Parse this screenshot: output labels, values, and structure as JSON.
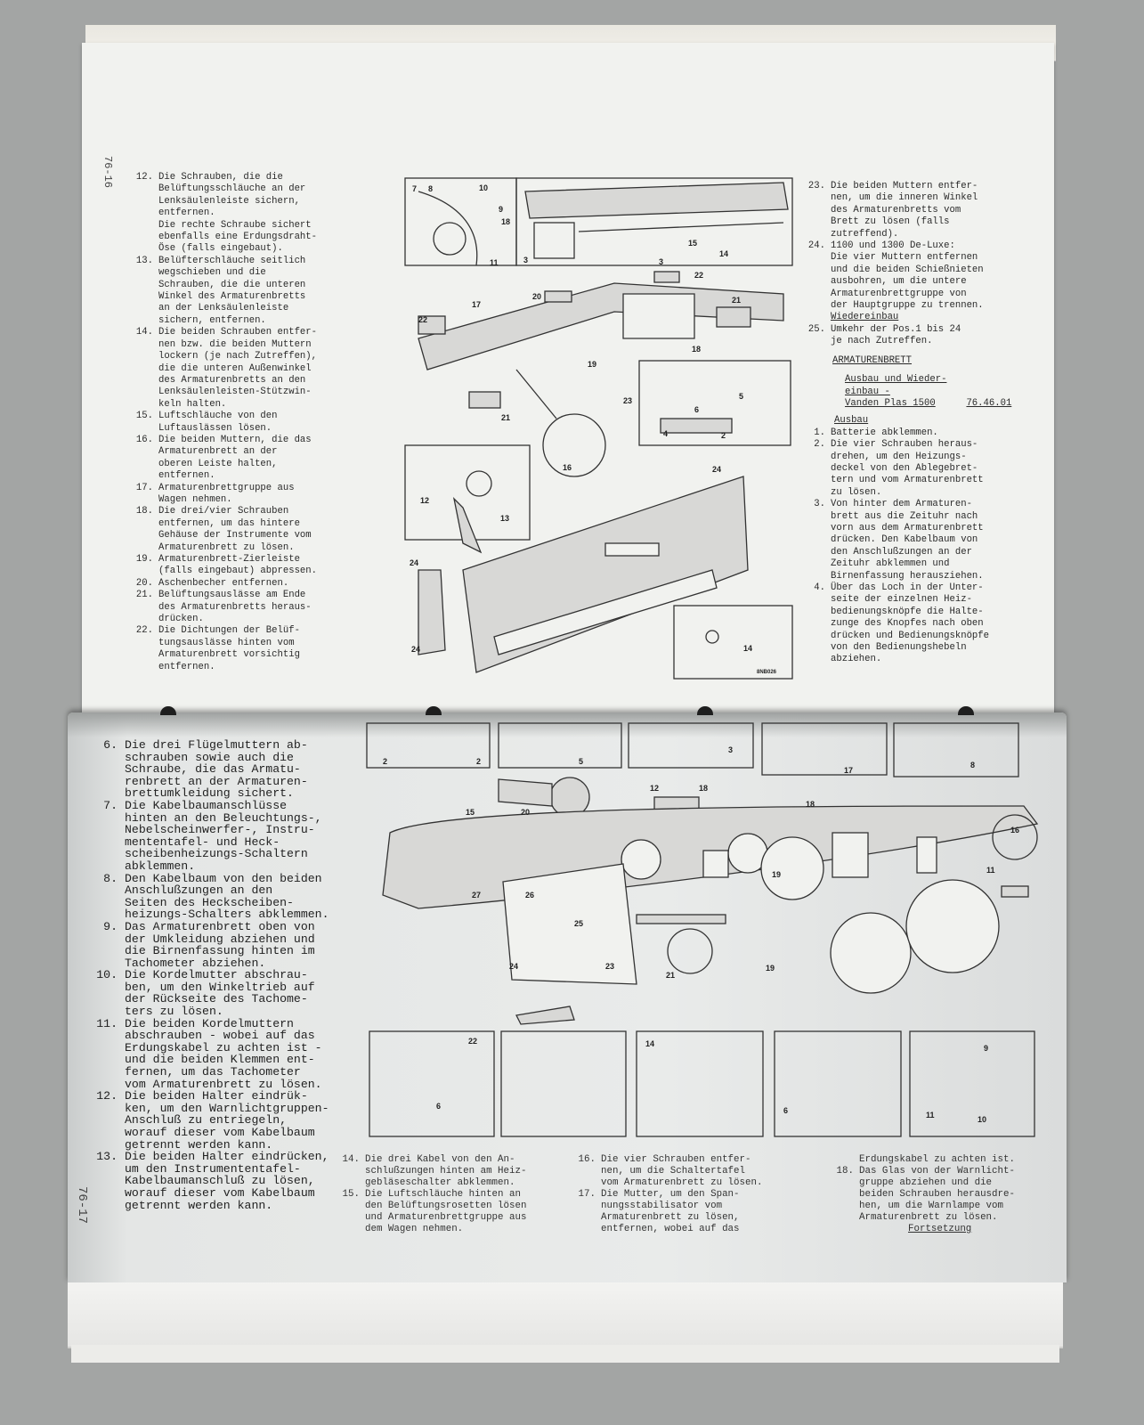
{
  "top_page": {
    "page_number": "76-16",
    "left_column": [
      {
        "num": "12.",
        "text": "Die Schrauben, die die\nBelüftungsschläuche an der\nLenksäulenleiste sichern,\nentfernen.\nDie rechte Schraube sichert\nebenfalls eine Erdungsdraht-\nÖse (falls eingebaut)."
      },
      {
        "num": "13.",
        "text": "Belüfterschläuche seitlich\nwegschieben und die\nSchrauben, die die unteren\nWinkel des Armaturenbretts\nan der Lenksäulenleiste\nsichern, entfernen."
      },
      {
        "num": "14.",
        "text": "Die beiden Schrauben entfer-\nnen bzw. die beiden Muttern\nlockern (je nach Zutreffen),\ndie die unteren Außenwinkel\ndes Armaturenbretts an den\nLenksäulenleisten-Stützwin-\nkeln halten."
      },
      {
        "num": "15.",
        "text": "Luftschläuche von den\nLuftauslässen lösen."
      },
      {
        "num": "16.",
        "text": "Die beiden Muttern, die das\nArmaturenbrett an der\noberen Leiste halten,\nentfernen."
      },
      {
        "num": "17.",
        "text": "Armaturenbrettgruppe aus\nWagen nehmen."
      },
      {
        "num": "18.",
        "text": "Die drei/vier Schrauben\nentfernen, um das hintere\nGehäuse der Instrumente vom\nArmaturenbrett zu lösen."
      },
      {
        "num": "19.",
        "text": "Armaturenbrett-Zierleiste\n(falls eingebaut) abpressen."
      },
      {
        "num": "20.",
        "text": "Aschenbecher entfernen."
      },
      {
        "num": "21.",
        "text": "Belüftungsauslässe am Ende\ndes Armaturenbretts heraus-\ndrücken."
      },
      {
        "num": "22.",
        "text": "Die Dichtungen der Belüf-\ntungsauslässe hinten vom\nArmaturenbrett vorsichtig\nentfernen."
      }
    ],
    "right_column_a": [
      {
        "num": "23.",
        "text": "Die beiden Muttern entfer-\nnen, um die inneren Winkel\ndes Armaturenbretts vom\nBrett zu lösen (falls\nzutreffend)."
      },
      {
        "num": "24.",
        "text": "1100 und 1300 De-Luxe:\nDie vier Muttern entfernen\nund die beiden Schießnieten\nausbohren, um die untere\nArmaturenbrettgruppe von\nder Hauptgruppe zu trennen."
      }
    ],
    "reassembly_heading": "Wiedereinbau",
    "reassembly_items": [
      {
        "num": "25.",
        "text": "Umkehr der Pos.1 bis 24\nje nach Zutreffen."
      }
    ],
    "section_heading": "ARMATURENBRETT",
    "operation_title": "Ausbau und Wieder-\neinbau -\nVanden Plas 1500",
    "operation_code": "76.46.01",
    "removal_heading": "Ausbau",
    "removal_items": [
      {
        "num": "1.",
        "text": "Batterie abklemmen."
      },
      {
        "num": "2.",
        "text": "Die vier Schrauben heraus-\ndrehen, um den Heizungs-\ndeckel von den Ablegebret-\ntern und vom Armaturenbrett\nzu lösen."
      },
      {
        "num": "3.",
        "text": "Von hinter dem Armaturen-\nbrett aus die Zeituhr nach\nvorn aus dem Armaturenbrett\ndrücken. Den Kabelbaum von\nden Anschlußzungen an der\nZeituhr abklemmen und\nBirnenfassung herausziehen."
      },
      {
        "num": "4.",
        "text": "Über das Loch in der Unter-\nseite der einzelnen Heiz-\nbedienungsknöpfe die Halte-\nzunge des Knopfes nach oben\ndrücken und Bedienungsknöpfe\nvon den Bedienungshebeln\nabziehen."
      }
    ],
    "figure_code": "8NB026",
    "figure_callouts": [
      "7",
      "8",
      "10",
      "9",
      "18",
      "3",
      "11",
      "15",
      "3",
      "14",
      "22",
      "20",
      "17",
      "21",
      "22",
      "18",
      "19",
      "23",
      "5",
      "6",
      "4",
      "2",
      "21",
      "16",
      "12",
      "13",
      "24",
      "24",
      "24",
      "14"
    ]
  },
  "bottom_page": {
    "page_number": "76-17",
    "left_column": [
      {
        "num": "6.",
        "text": "Die drei Flügelmuttern ab-\nschrauben sowie auch die\nSchraube, die das Armatu-\nrenbrett an der Armaturen-\nbrettumkleidung sichert."
      },
      {
        "num": "7.",
        "text": "Die Kabelbaumanschlüsse\nhinten an den Beleuchtungs-,\nNebelscheinwerfer-, Instru-\nmententafel- und Heck-\nscheibenheizungs-Schaltern\nabklemmen."
      },
      {
        "num": "8.",
        "text": "Den Kabelbaum von den beiden\nAnschlußzungen an den\nSeiten des Heckscheiben-\nheizungs-Schalters abklemmen."
      },
      {
        "num": "9.",
        "text": "Das Armaturenbrett oben von\nder Umkleidung abziehen und\ndie Birnenfassung hinten im\nTachometer abziehen."
      },
      {
        "num": "10.",
        "text": "Die Kordelmutter abschrau-\nben, um den Winkeltrieb auf\nder Rückseite des Tachome-\nters zu lösen."
      },
      {
        "num": "11.",
        "text": "Die beiden Kordelmuttern\nabschrauben - wobei auf das\nErdungskabel zu achten ist -\nund die beiden Klemmen ent-\nfernen, um das Tachometer\nvom Armaturenbrett zu lösen."
      },
      {
        "num": "12.",
        "text": "Die beiden Halter eindrük-\nken, um den Warnlichtgruppen-\nAnschluß zu entriegeln,\nworauf dieser vom Kabelbaum\ngetrennt werden kann."
      },
      {
        "num": "13.",
        "text": "Die beiden Halter eindrücken,\num den Instrumententafel-\nKabelbaumanschluß zu lösen,\nworauf dieser vom Kabelbaum\ngetrennt werden kann."
      }
    ],
    "footer_col1": [
      {
        "num": "14.",
        "text": "Die drei Kabel von den An-\nschlußzungen hinten am Heiz-\ngebläseschalter abklemmen."
      },
      {
        "num": "15.",
        "text": "Die Luftschläuche hinten an\nden Belüftungsrosetten lösen\nund Armaturenbrettgruppe aus\ndem Wagen nehmen."
      }
    ],
    "footer_col2": [
      {
        "num": "16.",
        "text": "Die vier Schrauben entfer-\nnen, um die Schaltertafel\nvom Armaturenbrett zu lösen."
      },
      {
        "num": "17.",
        "text": "Die Mutter, um den Span-\nnungsstabilisator vom\nArmaturenbrett zu lösen,\nentfernen, wobei auf das"
      }
    ],
    "footer_col3_lead": "Erdungskabel zu achten ist.",
    "footer_col3": [
      {
        "num": "18.",
        "text": "Das Glas von der Warnlicht-\ngruppe abziehen und die\nbeiden Schrauben herausdre-\nhen, um die Warnlampe vom\nArmaturenbrett zu lösen."
      }
    ],
    "continued": "Fortsetzung",
    "figure_callouts": [
      "2",
      "2",
      "5",
      "3",
      "17",
      "8",
      "15",
      "20",
      "12",
      "18",
      "18",
      "16",
      "19",
      "11",
      "27",
      "26",
      "25",
      "24",
      "23",
      "21",
      "19",
      "22",
      "6",
      "14",
      "6",
      "9",
      "11",
      "10"
    ]
  }
}
